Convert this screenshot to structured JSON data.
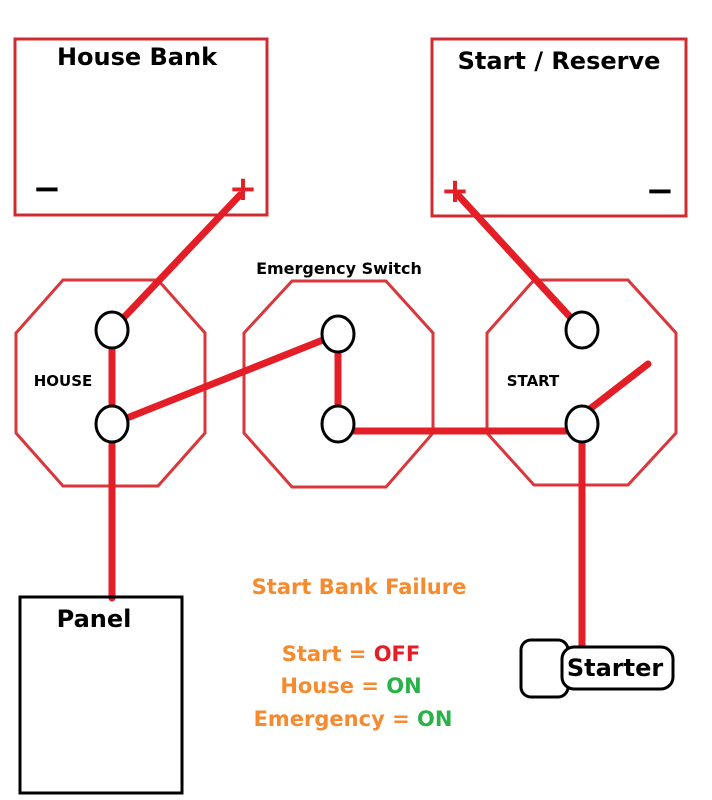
{
  "batteries": {
    "house": {
      "title": "House Bank",
      "neg": "−",
      "pos": "+"
    },
    "start": {
      "title": "Start / Reserve",
      "neg": "−",
      "pos": "+"
    }
  },
  "switches": {
    "emergency_title": "Emergency Switch",
    "house": "HOUSE",
    "start": "START"
  },
  "panel": {
    "title": "Panel"
  },
  "starter": {
    "title": "Starter"
  },
  "scenario": {
    "title": "Start Bank Failure",
    "lines": [
      {
        "label": "Start = ",
        "value": "OFF"
      },
      {
        "label": "House = ",
        "value": "ON"
      },
      {
        "label": "Emergency = ",
        "value": "ON"
      }
    ]
  },
  "colors": {
    "wire": "#e31e26",
    "box": "#d02b2f",
    "hex": "#d9373b",
    "title_orange": "#f58a2e",
    "off_red": "#e31e26",
    "on_green": "#2ab24a",
    "starter_text": "#c5282e"
  }
}
